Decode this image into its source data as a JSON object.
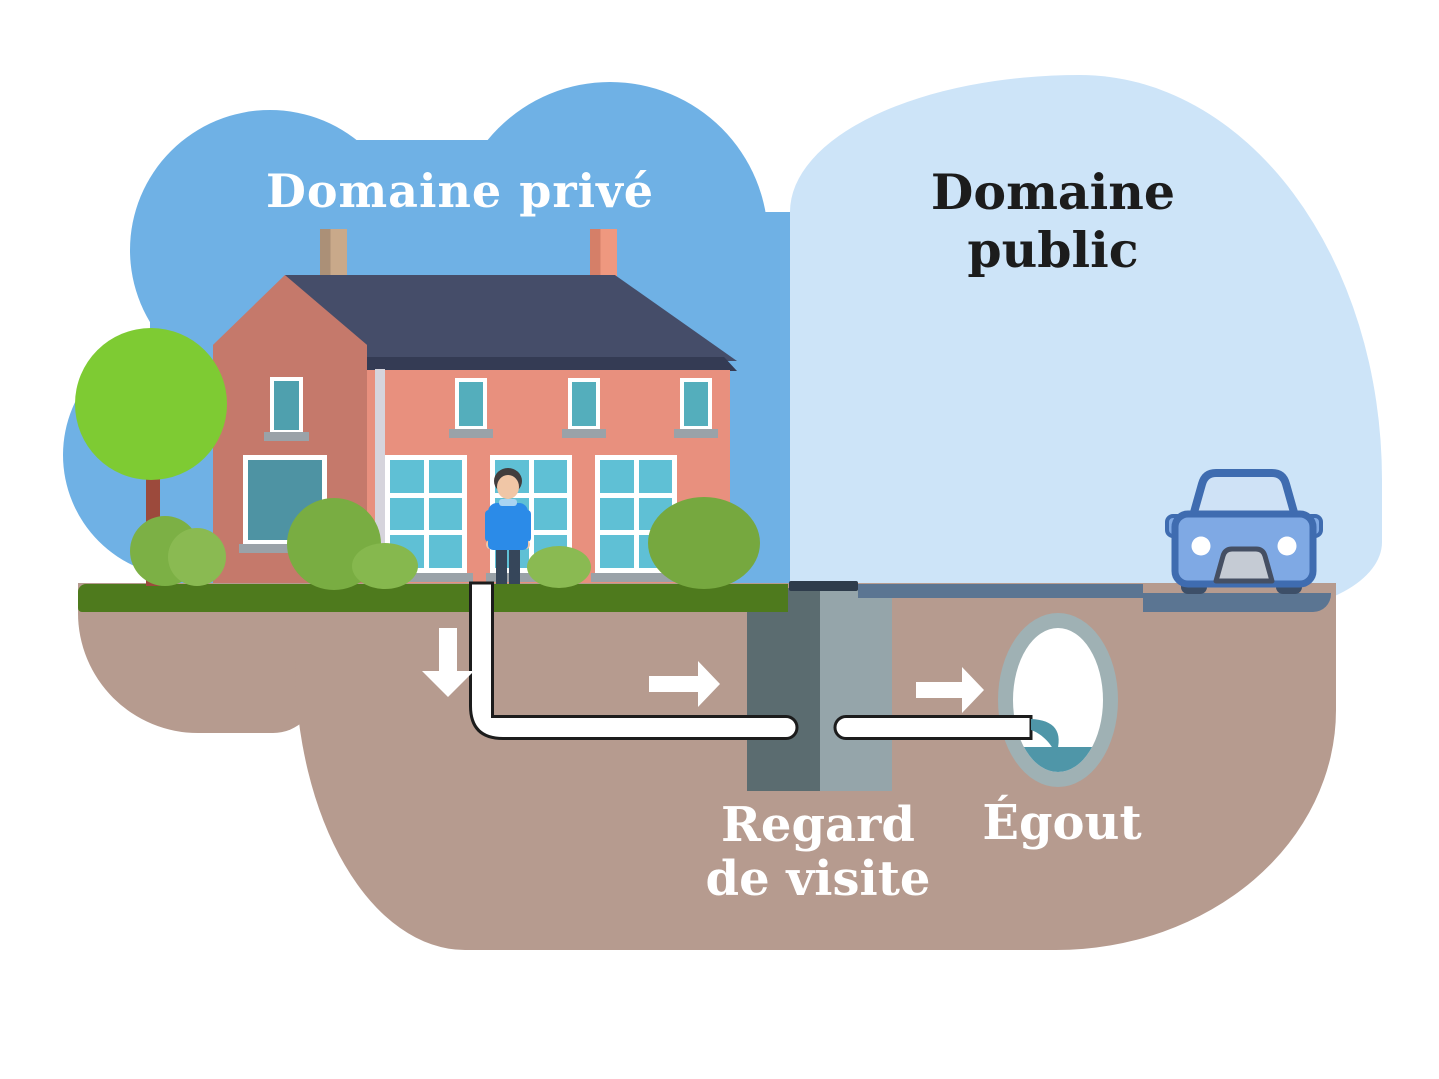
{
  "diagram": {
    "title_context": "House-to-sewer connection scheme",
    "labels": {
      "private_domain": "Domaine privé",
      "public_domain": "Domaine public",
      "inspection_chamber_line1": "Regard",
      "inspection_chamber_line2": "de visite",
      "sewer": "Égout"
    },
    "icons": [
      "flow-arrow-down-icon",
      "flow-arrow-right-icon",
      "flow-arrow-right-icon"
    ],
    "colors": {
      "private_sky": "#6fb1e5",
      "public_sky": "#cde4f8",
      "ground": "#b69b8f",
      "grass": "#4e7a1d",
      "road": "#5b7592",
      "manhole_cover": "#2e3c4b",
      "chamber_wall_dark": "#5b6c70",
      "chamber_wall_light": "#95a5aa",
      "sewer_ring": "#9fb1b4",
      "sewer_water": "#4f96a8",
      "roof": "#454d69",
      "gable_wall": "#c5796b",
      "facade": "#e8907e",
      "window_glass": "#5fc0d5",
      "pipe_fill": "#ffffff",
      "pipe_outline": "#1c1c1c",
      "arrow": "#ffffff",
      "car_body": "#7fa9e4",
      "car_outline": "#3f6cb0",
      "tree": "#7ecb33",
      "label_light": "#ffffff",
      "label_dark": "#1c1c1c"
    }
  }
}
